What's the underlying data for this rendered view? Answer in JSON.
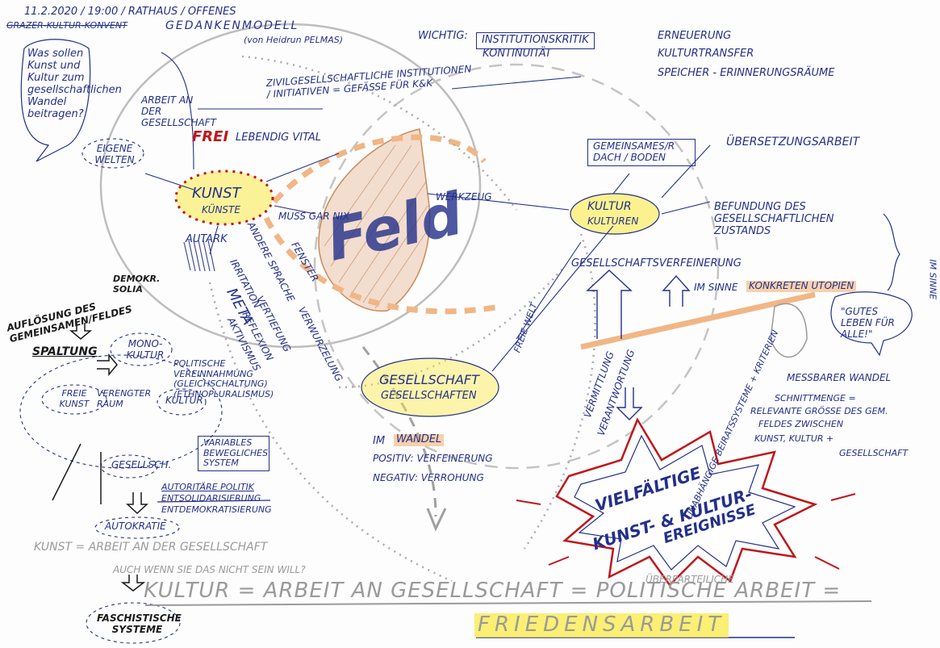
{
  "header": {
    "date_place": "11.2.2020 / 19:00 / RATHAUS / OFFENES",
    "subtitle": "GRAZER-KULTUR-KONVENT",
    "title2": "GEDANKENMODELL",
    "author": "(von Heidrun PELMAS)"
  },
  "question": "Was sollen Kunst und Kultur zum gesellschaftlichen Wandel beitragen?",
  "institution": {
    "wichtig": "WICHTIG:",
    "institutionskritik": "INSTITUTIONSKRITIK",
    "kontinuitaet": "KONTINUITÄT",
    "erneuerung": "ERNEUERUNG",
    "kulturtransfer": "KULTURTRANSFER",
    "speicher": "SPEICHER - ERINNERUNGSRÄUME"
  },
  "center": {
    "feld": "Feld",
    "institutionen": "ZIVILGESELLSCHAFTLICHE INSTITUTIONEN / INITIATIVEN = GEFÄSSE FÜR K&K",
    "arbeit_an": "ARBEIT AN DER GESELLSCHAFT",
    "frei": "FREI",
    "lebendig": "LEBENDIG VITAL",
    "eigene_welten": "EIGENE WELTEN",
    "werkzeug": "WERKZEUG",
    "muss": "MUSS GAR NIX",
    "autark": "AUTARK",
    "fenster": "FENSTER",
    "andere_sprache": "ANDERE SPRACHE",
    "irritation": "IRRITATION",
    "meta": "META",
    "vertiefung": "VERTIEFUNG",
    "reflexion": "REFLEXION",
    "aktivismus": "AKTIVISMUS",
    "verwurzelung": "VERWURZELUNG"
  },
  "nodes": {
    "kunst": "KUNST",
    "kuenste": "KÜNSTE",
    "kultur": "KULTUR",
    "kulturen": "KULTUREN",
    "gesellschaft": "GESELLSCHAFT",
    "gesellschaften": "GESELLSCHAFTEN"
  },
  "right": {
    "uebersetzung": "ÜBERSETZUNGSARBEIT",
    "gemeinsames": "GEMEINSAMES/R DACH / BODEN",
    "befundung": "BEFUNDUNG DES GESELLSCHAFTLICHEN ZUSTANDS",
    "verfeinerung": "GESELLSCHAFTSVERFEINERUNG",
    "im_sinne": "IM SINNE",
    "utopien": "KONKRETEN UTOPIEN",
    "gutes_leben": "\"GUTES LEBEN FÜR ALLE!\"",
    "im_sinne_side": "IM SINNE",
    "messbar": "MESSBARER WANDEL",
    "schnitt1": "SCHNITTMENGE =",
    "schnitt2": "RELEVANTE GRÖSSE DES GEM.",
    "schnitt3": "FELDES ZWISCHEN",
    "schnitt4": "KUNST, KULTUR +",
    "schnitt5": "GESELLSCHAFT",
    "vermittlung": "VERMITTLUNG",
    "verantwortung": "VERANTWORTUNG",
    "unabhaengig": "UNABHÄNGIGE BEIRATSSYSTEME + KRITERIEN",
    "freie_welt": "FREIE WELT"
  },
  "wandel": {
    "im": "IM",
    "wandel": "WANDEL",
    "positiv": "POSITIV: VERFEINERUNG",
    "negativ": "NEGATIV: VERROHUNG"
  },
  "left": {
    "demokr": "DEMOKR. SOLIA",
    "aufloesung": "AUFLÖSUNG DES GEMEINSAMEN/FELDES",
    "spaltung": "SPALTUNG",
    "monokultur": "MONO-KULTUR",
    "politische": "POLITISCHE VEREINNAHMUNG (GLEICHSCHALTUNG) (ETHNOPLURALISMUS)",
    "freie_kunst": "FREIE KUNST",
    "verengter_raum": "VERENGTER RAUM",
    "kultur_small": "KULTUR",
    "variables": "VARIABLES BEWEGLICHES SYSTEM",
    "gesellsch": "GESELLSCH.",
    "autoritaere": "AUTORITÄRE POLITIK",
    "ents": "ENTSOLIDARISIERUNG",
    "entdemo": "ENTDEMOKRATISIERUNG",
    "autokratie": "AUTOKRATIE",
    "faschistische": "FASCHISTISCHE SYSTEME"
  },
  "bottom": {
    "kunst_eq": "KUNST = ARBEIT AN DER GESELLSCHAFT",
    "auch_wenn": "AUCH WENN SIE DAS NICHT SEIN WILL?",
    "kultur_eq": "KULTUR = ARBEIT AN GESELLSCHAFT = POLITISCHE ARBEIT =",
    "friedensarbeit": "FRIEDENSARBEIT",
    "ueberparteiliche": "ÜBERPARTEILICHE"
  },
  "burst": {
    "line1": "VIELFÄLTIGE",
    "line2": "KUNST- & KULTUR-",
    "line3": "EREIGNISSE"
  },
  "colors": {
    "ink_blue": "#23308a",
    "marker_grey": "#9a9a9a",
    "highlight_yellow": "#fae946",
    "orange": "#f4b278",
    "red": "#c0161b"
  }
}
